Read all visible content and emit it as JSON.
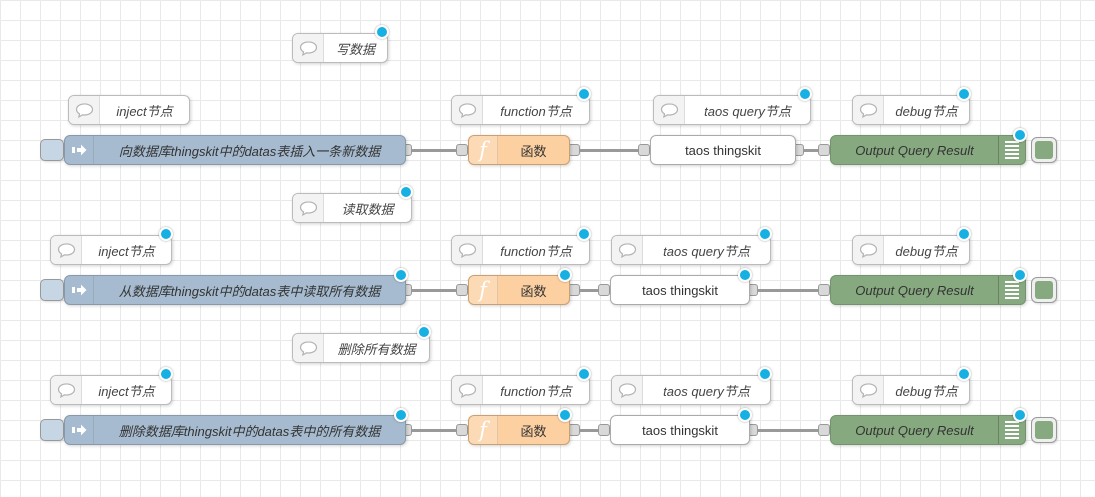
{
  "app": "node-red-flow-editor",
  "colors": {
    "inject": "#a6bbcf",
    "inject_button": "#c7d6e4",
    "function": "#fdd0a2",
    "debug": "#87a980",
    "wire": "#999999",
    "port": "#d9d9d9",
    "changed_dot": "#17b0e2",
    "comment_bg": "#ffffff",
    "grid_line": "#e9e9e9"
  },
  "icons": {
    "comment": "speech-bubble-icon",
    "inject": "arrow-right-icon",
    "function": "italic-f-icon",
    "debug": "list-lines-icon"
  },
  "labels": {
    "comment_write": "写数据",
    "comment_read": "读取数据",
    "comment_delete": "删除所有数据",
    "comment_inject": "inject节点",
    "comment_function": "function节点",
    "comment_taos": "taos query节点",
    "comment_debug": "debug节点",
    "inject_row1": "向数据库thingskit中的datas表插入一条新数据",
    "inject_row2": "从数据库thingskit中的datas表中读取所有数据",
    "inject_row3": "删除数据库thingskit中的datas表中的所有数据",
    "function_node": "函数",
    "taos_node": "taos thingskit",
    "debug_node": "Output Query Result"
  }
}
